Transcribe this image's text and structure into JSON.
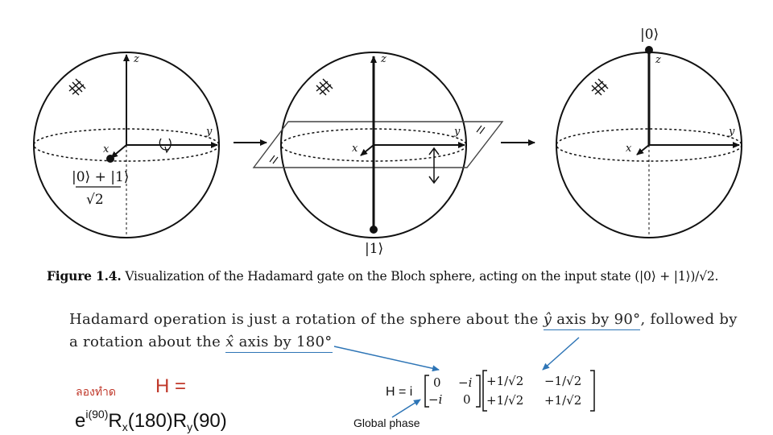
{
  "figure": {
    "labels": {
      "ket0": "|0⟩",
      "ket1": "|1⟩",
      "superposition_num": "|0⟩ + |1⟩",
      "superposition_den": "√2",
      "axis_x": "x",
      "axis_y": "y",
      "axis_z": "z"
    },
    "caption_prefix": "Figure 1.4.",
    "caption_text": "Visualization of the Hadamard gate on the Bloch sphere, acting on the input state (|0⟩ + |1⟩)/√2."
  },
  "explanation": {
    "line1_a": "Hadamard operation is just a rotation of the sphere about the ",
    "line1_axis": "ŷ",
    "line1_b": " axis by 90°",
    "line1_c": ", followed by",
    "line2_a": "a rotation about the ",
    "line2_axis": "x̂",
    "line2_b": " axis by 180°"
  },
  "notes": {
    "thai_label": "ลองทำด",
    "h_equals": "H =",
    "formula_base": "e",
    "formula_exp": "i(90)",
    "formula_r1": "R",
    "formula_r1_sub": "x",
    "formula_r1_arg": "(180)",
    "formula_r2": "R",
    "formula_r2_sub": "y",
    "formula_r2_arg": "(90)",
    "global_phase": "Global phase"
  },
  "matrix": {
    "lhs": "H = i",
    "m1": [
      [
        "0",
        "−i"
      ],
      [
        "−i",
        "0"
      ]
    ],
    "m2": [
      [
        "+1/√2",
        "−1/√2"
      ],
      [
        "+1/√2",
        "+1/√2"
      ]
    ]
  },
  "colors": {
    "annotation_arrow": "#2e75b6",
    "red_text": "#c0392b"
  }
}
